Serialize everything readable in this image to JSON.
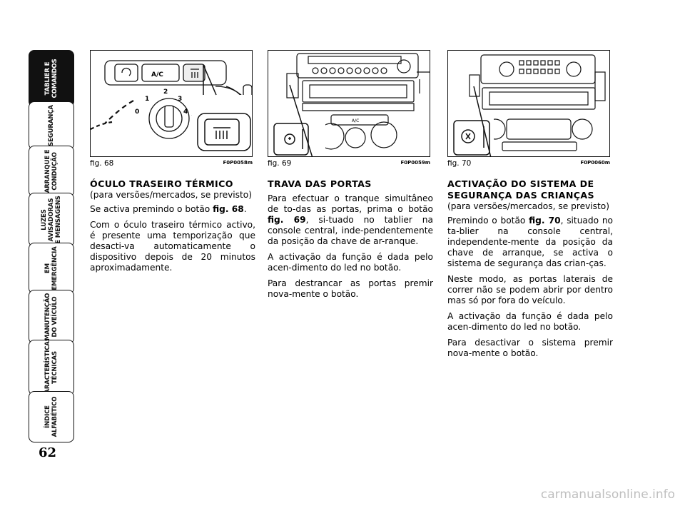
{
  "page_number": "62",
  "sidebar": {
    "tabs": [
      {
        "label": "TABLIER E\nCOMANDOS",
        "active": true
      },
      {
        "label": "SEGURANÇA",
        "active": false
      },
      {
        "label": "ARRANQUE E\nCONDUÇÃO",
        "active": false
      },
      {
        "label": "LUZES\nAVISADORAS\nE MENSAGENS",
        "active": false
      },
      {
        "label": "EM\nEMERGÊNCIA",
        "active": false
      },
      {
        "label": "MANUTENÇÃO\nDO VEÍCULO",
        "active": false
      },
      {
        "label": "CARACTERÍSTICAS\nTÉCNICAS",
        "active": false
      },
      {
        "label": "ÍNDICE\nALFABÉTICO",
        "active": false
      }
    ]
  },
  "figures": [
    {
      "caption": "fig. 68",
      "code": "F0P0058m",
      "button_text": "A/C"
    },
    {
      "caption": "fig. 69",
      "code": "F0P0059m",
      "button_text": "A/C"
    },
    {
      "caption": "fig. 70",
      "code": "F0P0060m"
    }
  ],
  "sections": {
    "col1": {
      "title": "ÓCULO TRASEIRO TÉRMICO",
      "subtitle": "(para versões/mercados, se previsto)",
      "p1_pre": "Se activa premindo o botão ",
      "p1_ref": "fig. 68",
      "p1_post": ".",
      "p2": "Com o óculo traseiro térmico activo, é presente uma temporização que desacti-va automaticamente o dispositivo depois de 20 minutos aproximadamente."
    },
    "col2": {
      "title": "TRAVA DAS PORTAS",
      "p1_pre": "Para efectuar o tranque simultâneo de to-das as portas, prima o botão ",
      "p1_ref": "fig. 69",
      "p1_post": ", si-tuado no tablier na console central, inde-pendentemente da posição da chave de ar-ranque.",
      "p2": "A activação da função é dada pelo acen-dimento do led no botão.",
      "p3": "Para destrancar as portas premir nova-mente o botão."
    },
    "col3": {
      "title1": "ACTIVAÇÃO DO SISTEMA DE",
      "title2": "SEGURANÇA DAS CRIANÇAS",
      "subtitle": "(para versões/mercados, se previsto)",
      "p1_pre": "Premindo o botão ",
      "p1_ref": "fig. 70",
      "p1_post": ", situado no ta-blier na console central, independente-mente da posição da chave de arranque, se activa o sistema de segurança das crian-ças.",
      "p2": "Neste modo, as portas laterais de correr não se podem abrir por dentro mas só por fora do veículo.",
      "p3": "A activação da função é dada pelo acen-dimento do led no botão.",
      "p4": "Para desactivar o sistema premir nova-mente o botão."
    }
  },
  "watermark": "carmanualsonline.info"
}
